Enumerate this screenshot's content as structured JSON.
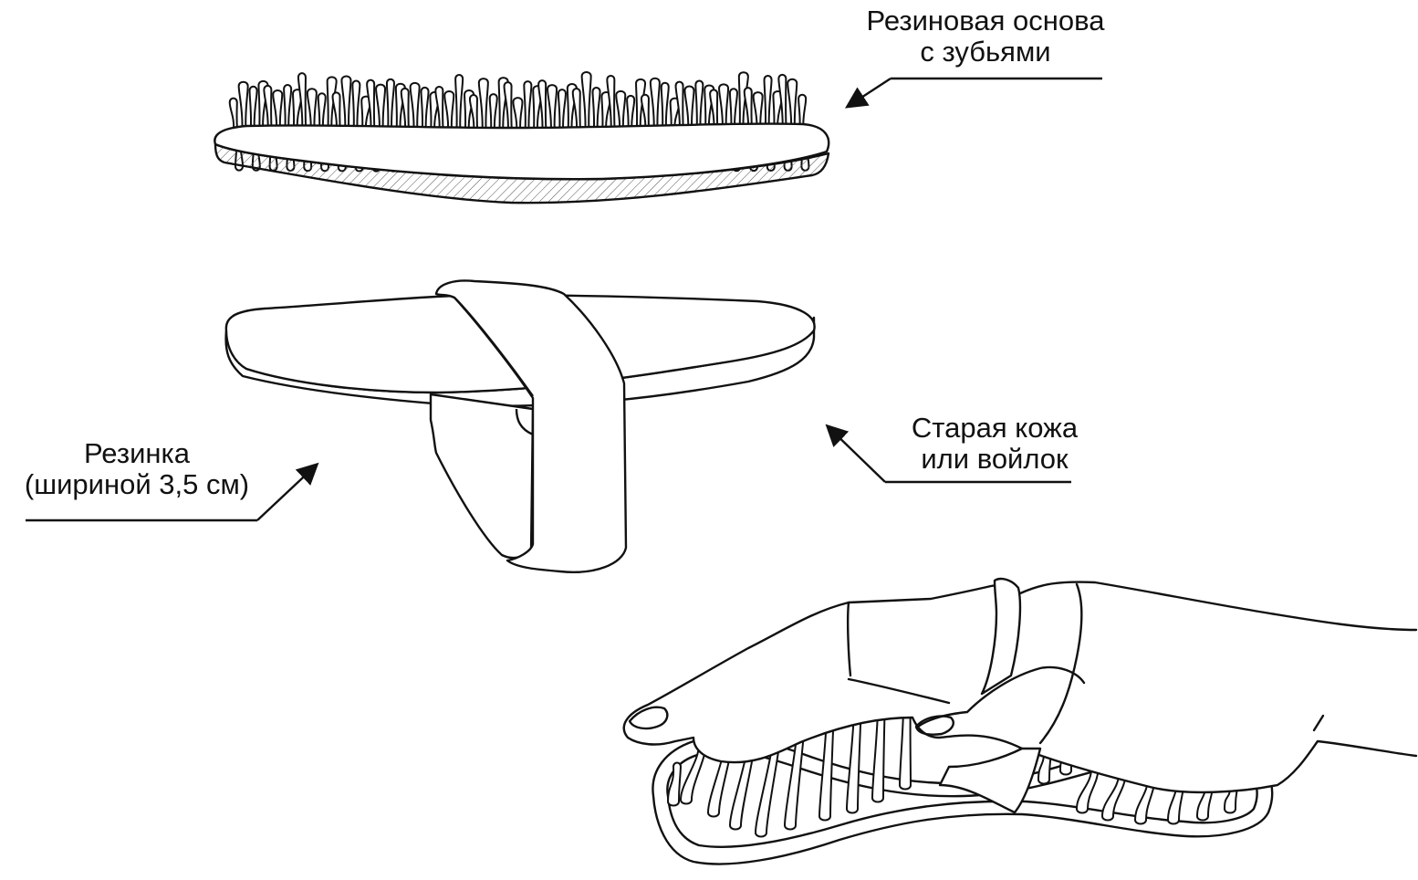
{
  "labels": {
    "rubber_base": {
      "line1": "Резиновая основа",
      "line2": "с зубьями"
    },
    "old_leather": {
      "line1": "Старая кожа",
      "line2": "или войлок"
    },
    "elastic": {
      "line1": "Резинка",
      "line2": "(шириной 3,5 см)"
    }
  },
  "colors": {
    "stroke": "#111111",
    "background": "#ffffff",
    "hatch": "#555555"
  }
}
